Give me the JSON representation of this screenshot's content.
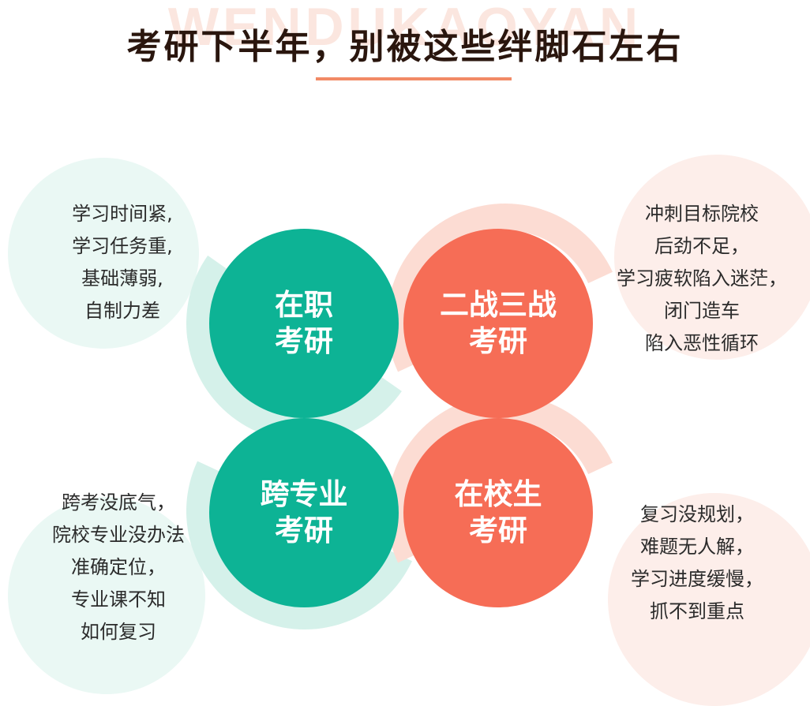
{
  "watermark": "WENDUKAOYAN",
  "title": "考研下半年，别被这些绊脚石左右",
  "colors": {
    "green": "#0db395",
    "orange": "#f66d56",
    "accent_line": "#f28a66",
    "title": "#2a160e"
  },
  "groups": [
    {
      "id": "zaizhi",
      "circle": [
        "在职",
        "考研"
      ],
      "desc": [
        "学习时间紧,",
        "学习任务重,",
        "基础薄弱,",
        "自制力差"
      ]
    },
    {
      "id": "erzhan",
      "circle": [
        "二战三战",
        "考研"
      ],
      "desc": [
        "冲刺目标院校",
        "后劲不足，",
        "学习疲软陷入迷茫，",
        "闭门造车",
        "陷入恶性循环"
      ]
    },
    {
      "id": "kuazhuanye",
      "circle": [
        "跨专业",
        "考研"
      ],
      "desc": [
        "跨考没底气，",
        "院校专业没办法",
        "准确定位，",
        "专业课不知",
        "如何复习"
      ]
    },
    {
      "id": "zaixiao",
      "circle": [
        "在校生",
        "考研"
      ],
      "desc": [
        "复习没规划，",
        "难题无人解，",
        "学习进度缓慢，",
        "抓不到重点"
      ]
    }
  ]
}
